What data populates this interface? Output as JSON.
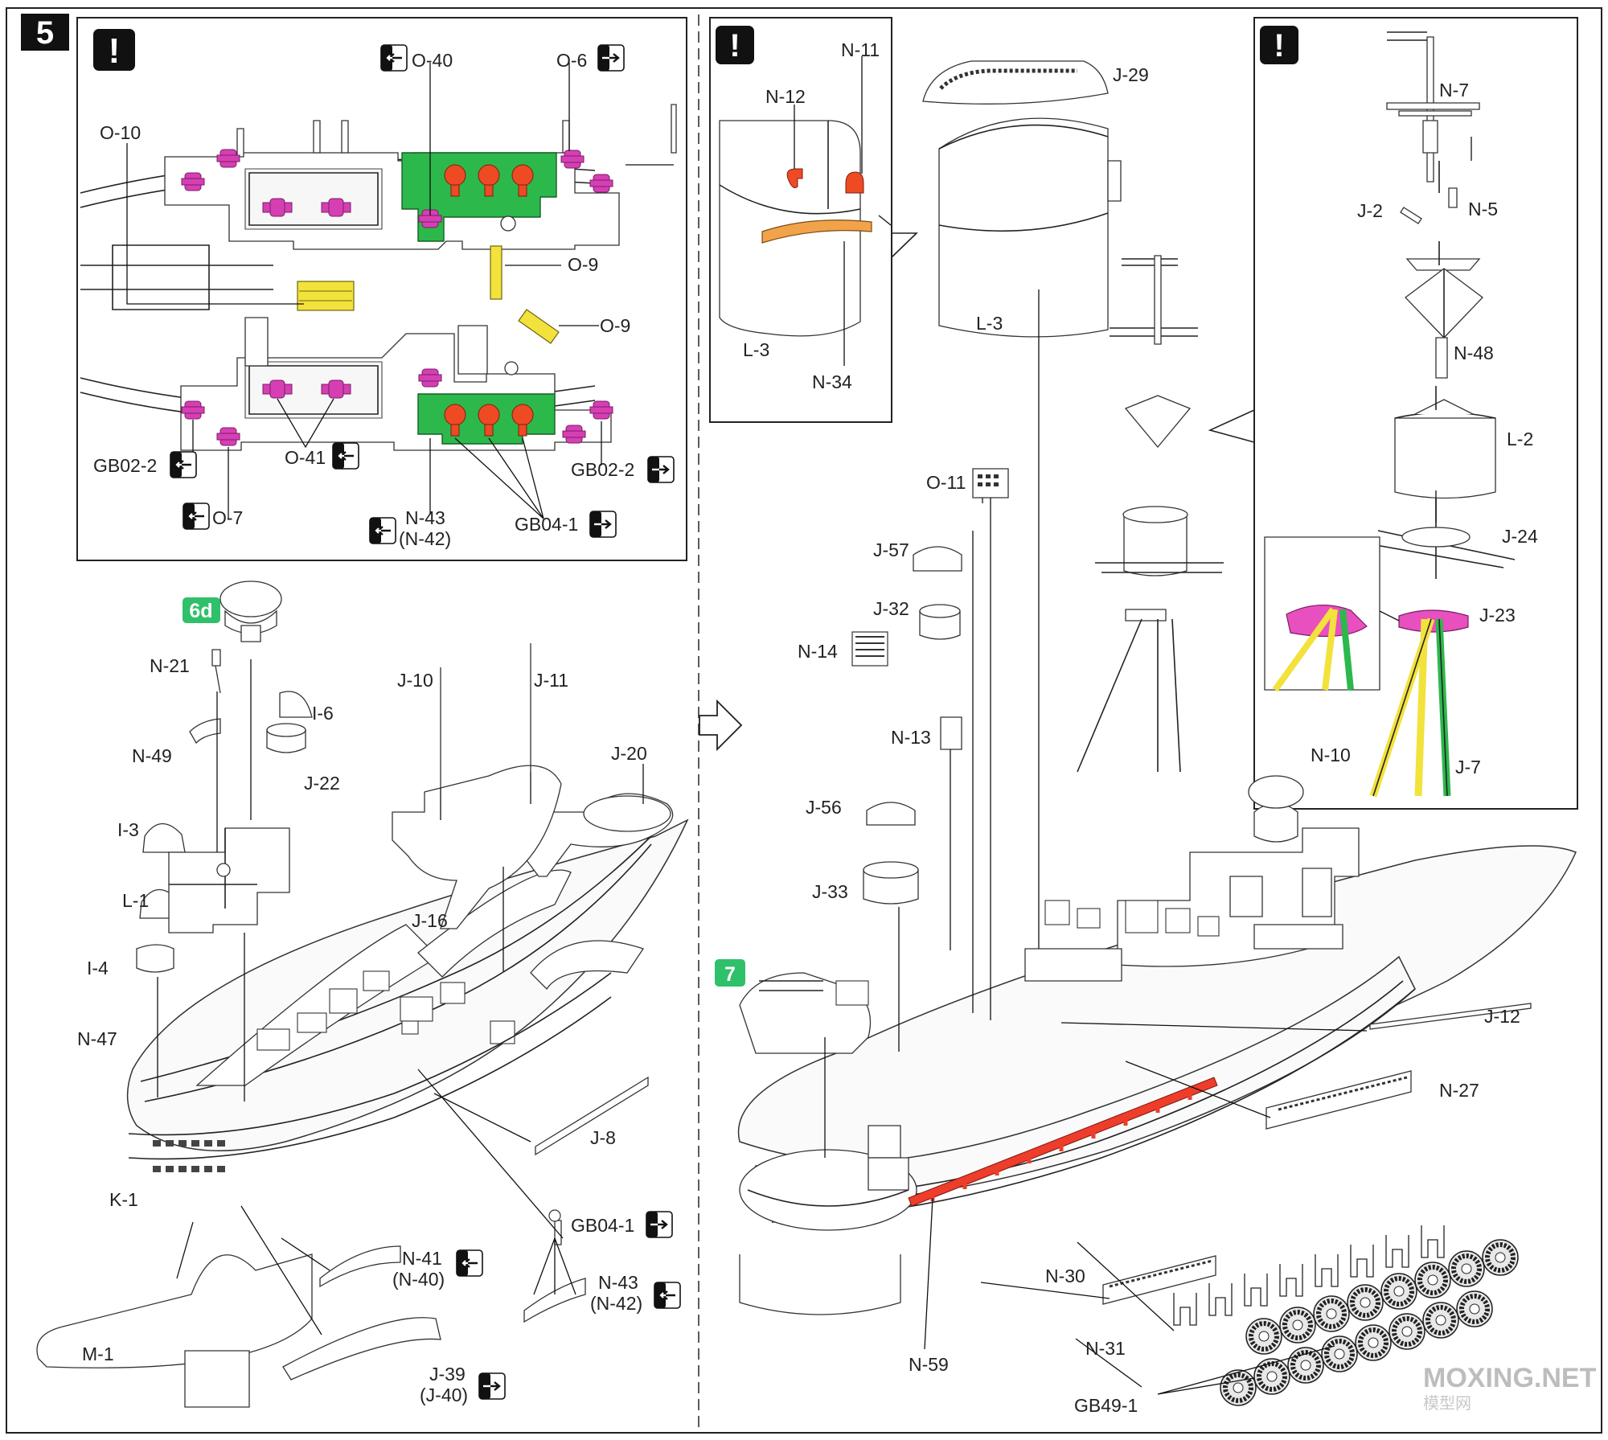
{
  "step_number": "5",
  "warning_glyph": "!",
  "colors": {
    "magenta": "#d63fb4",
    "red_orange": "#ee4a24",
    "green": "#2db84c",
    "yellow": "#f2e23c",
    "orange": "#f2a34a",
    "red_rail": "#ee3d2a",
    "pink_base": "#e84fbf",
    "green_badge": "#2fc06a",
    "watermark": "#bdbdbd"
  },
  "icons": {
    "warning": "exclamation-box-icon",
    "photo_etch_left": "photo-etch-arrow-left-icon",
    "photo_etch_right": "photo-etch-arrow-right-icon",
    "next_step": "hollow-arrow-right-icon"
  },
  "badges": {
    "sub_6d": "6d",
    "sub_7": "7"
  },
  "detail1": {
    "o40": "O-40",
    "o6": "O-6",
    "o10": "O-10",
    "o9a": "O-9",
    "o9b": "O-9",
    "gb022_left": "GB02-2",
    "gb022_right": "GB02-2",
    "o41": "O-41",
    "o7": "O-7",
    "n43": "N-43",
    "n42": "(N-42)",
    "gb041": "GB04-1"
  },
  "detail2": {
    "n11": "N-11",
    "n12": "N-12",
    "l3": "L-3",
    "n34": "N-34"
  },
  "detail3": {
    "n7": "N-7",
    "j2": "J-2",
    "n5": "N-5",
    "n48": "N-48",
    "l2": "L-2",
    "j24": "J-24",
    "j23": "J-23",
    "n10": "N-10",
    "j7": "J-7"
  },
  "left_assembly": {
    "n21": "N-21",
    "i6": "I-6",
    "n49": "N-49",
    "j22": "J-22",
    "i3": "I-3",
    "l1": "L-1",
    "i4": "I-4",
    "n47": "N-47",
    "k1": "K-1",
    "m1": "M-1",
    "j10": "J-10",
    "j11": "J-11",
    "j20": "J-20",
    "j16": "J-16",
    "j8": "J-8",
    "gb041": "GB04-1",
    "n41": "N-41",
    "n40": "(N-40)",
    "n43": "N-43",
    "n42": "(N-42)",
    "j39": "J-39",
    "j40": "(J-40)"
  },
  "right_assembly": {
    "j29": "J-29",
    "l3": "L-3",
    "o11": "O-11",
    "j57": "J-57",
    "j32": "J-32",
    "n14": "N-14",
    "n13": "N-13",
    "j56": "J-56",
    "j33": "J-33",
    "j12": "J-12",
    "n27": "N-27",
    "n30": "N-30",
    "n31": "N-31",
    "n59": "N-59",
    "gb491": "GB49-1"
  },
  "watermark": {
    "en": "MOXING.NET",
    "cn": "模型网"
  }
}
